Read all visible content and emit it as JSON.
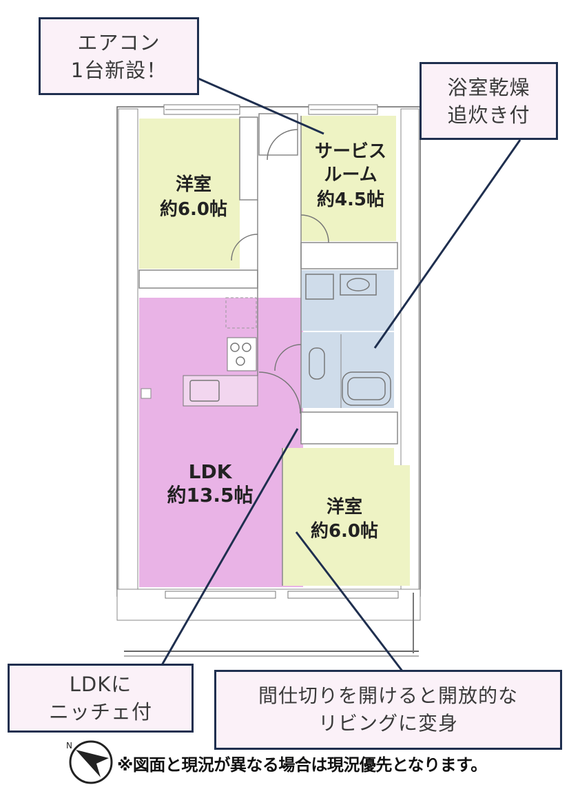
{
  "callouts": {
    "aircon": [
      "エアコン",
      "1台新設！"
    ],
    "bath": [
      "浴室乾燥",
      "追炊き付"
    ],
    "ldk_niche": [
      "LDKに",
      "ニッチェ付"
    ],
    "partition": [
      "間仕切りを開けると開放的な",
      "リビングに変身"
    ]
  },
  "rooms": {
    "western_nw": {
      "name": "洋室",
      "size": "約6.0帖"
    },
    "service": {
      "name_line1": "サービス",
      "name_line2": "ルーム",
      "size": "約4.5帖"
    },
    "ldk": {
      "name": "LDK",
      "size": "約13.5帖"
    },
    "western_se": {
      "name": "洋室",
      "size": "約6.0帖"
    }
  },
  "colors": {
    "western_room": "#eef3c4",
    "ldk": "#e9b3e6",
    "wet_area": "#cfdcea",
    "callout_bg": "#fbf1f8",
    "callout_border": "#1f2f4f"
  },
  "icons": {
    "compass": "north-compass-icon"
  },
  "disclaimer": "※図面と現況が異なる場合は現況優先となります。"
}
